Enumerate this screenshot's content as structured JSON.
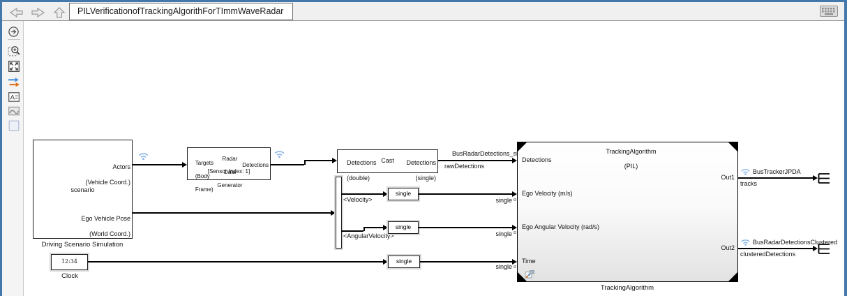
{
  "toolbar": {
    "breadcrumb": "PILVerificationofTrackingAlgorithForTImmWaveRadar"
  },
  "palette": {
    "items": [
      "explorer-bar",
      "zoom-region",
      "fit-to-view",
      "signal-compare",
      "annotation",
      "image",
      "viewport"
    ]
  },
  "colors": {
    "frame_blue": "#4478ab",
    "wifi_blue": "#8ab5e8",
    "toolbar_bg": "#f0f0f0",
    "arrow_orange": "#e0701a",
    "arrow_blue": "#4a90d9"
  },
  "diagram": {
    "driving_scenario": {
      "port_actors_1": "Actors",
      "port_actors_2": "(Vehicle Coord.)",
      "center": "scenario",
      "port_ego_1": "Ego Vehicle Pose",
      "port_ego_2": "(World Coord.)",
      "caption": "Driving Scenario Simulation"
    },
    "radar": {
      "in_1": "Targets",
      "in_2": "(Body",
      "in_3": "Frame)",
      "name_1": "Radar",
      "name_2": "Data",
      "name_3": "Generator",
      "sensor": "[Sensor Index: 1]",
      "out": "Detections"
    },
    "cast": {
      "in_1": "Detections",
      "in_2": "(double)",
      "name": "Cast",
      "out_1": "Detections",
      "out_2": "(single)"
    },
    "clock": {
      "display": "12:34",
      "caption": "Clock"
    },
    "conversion": {
      "label": "single"
    },
    "tracking": {
      "title_1": "TrackingAlgorithm",
      "title_2": "(PIL)",
      "in_ports": [
        "Detections",
        "Ego Velocity (m/s)",
        "Ego Angular Velocity (rad/s)",
        "Time"
      ],
      "out_ports": [
        "Out1",
        "Out2"
      ],
      "caption": "TrackingAlgorithm"
    },
    "signals": {
      "bus_single": "BusRadarDetections_single",
      "raw": "rawDetections",
      "velocity": "<Velocity>",
      "angular": "<AngularVelocity>",
      "single": "single",
      "bus_tracker": "BusTrackerJPDA",
      "tracks": "tracks",
      "bus_clustered": "BusRadarDetectionsClustered",
      "clustered": "clusteredDetections"
    }
  }
}
